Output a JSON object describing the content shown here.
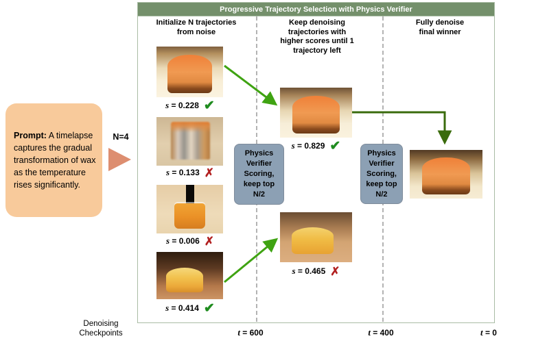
{
  "title": "Progressive Trajectory Selection with Physics Verifier",
  "prompt": {
    "label": "Prompt:",
    "text": " A timelapse captures the gradual transformation of wax as the temperature rises significantly."
  },
  "n_label": "N=4",
  "columns": {
    "col1_header": "Initialize N trajectories\nfrom noise",
    "col2_header": "Keep denoising\ntrajectories with\nhigher scores until 1\ntrajectory left",
    "col3_header": "Fully denoise\nfinal winner"
  },
  "round1": [
    {
      "var": "s",
      "value": " = 0.228",
      "mark": "✔",
      "result": "pass"
    },
    {
      "var": "s",
      "value": " = 0.133",
      "mark": "✗",
      "result": "fail"
    },
    {
      "var": "s",
      "value": " = 0.006",
      "mark": "✗",
      "result": "fail"
    },
    {
      "var": "s",
      "value": " = 0.414",
      "mark": "✔",
      "result": "pass"
    }
  ],
  "round2": [
    {
      "var": "s",
      "value": " = 0.829",
      "mark": "✔",
      "result": "pass"
    },
    {
      "var": "s",
      "value": " = 0.465",
      "mark": "✗",
      "result": "fail"
    }
  ],
  "verifier_boxes": [
    "Physics\nVerifier\nScoring,\nkeep top\nN/2",
    "Physics\nVerifier\nScoring,\nkeep top\nN/2"
  ],
  "axis": {
    "label": "Denoising\nCheckpoints",
    "ticks": [
      {
        "var": "t",
        "value": " = 600"
      },
      {
        "var": "t",
        "value": " = 400"
      },
      {
        "var": "t",
        "value": " = 0"
      }
    ]
  },
  "colors": {
    "title_bar_bg": "#74906B",
    "panel_border": "#A9BCA4",
    "verifier_bg": "#8CA0B4",
    "prompt_bg": "#F8CA9B",
    "prompt_arrow": "#DD8E70",
    "check_green": "#1F8C1F",
    "cross_red": "#B22020",
    "arrow_bright_green": "#3FA312",
    "arrow_dark_green": "#3A6B0C"
  }
}
